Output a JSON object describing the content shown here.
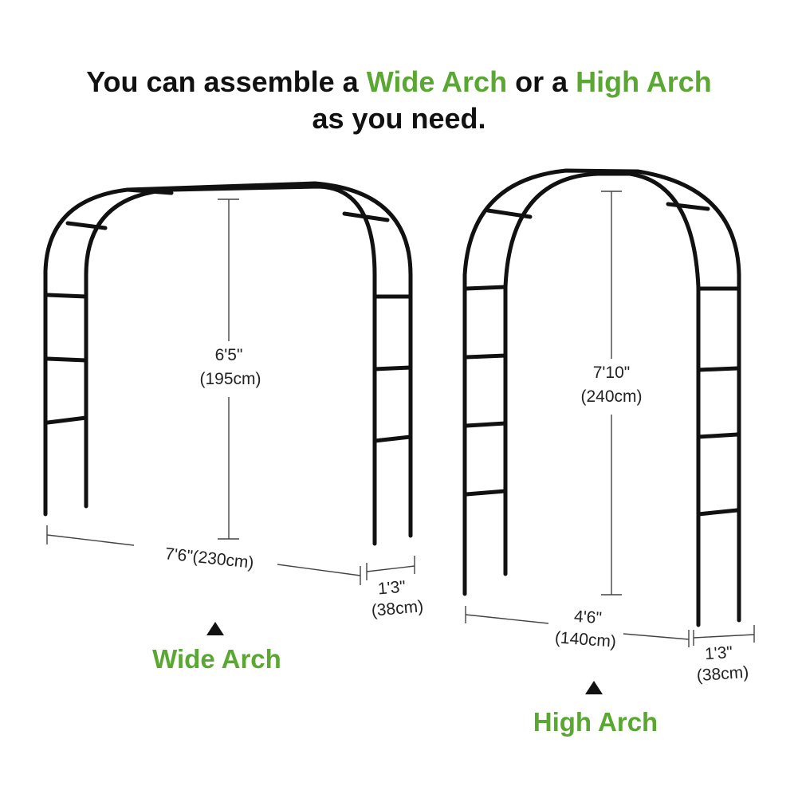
{
  "headline": {
    "line1_prefix": "You can assemble a ",
    "wide_arch": "Wide Arch",
    "middle": " or a ",
    "high_arch": "High Arch",
    "line2": "as you need."
  },
  "wide_arch": {
    "height_ft": "6'5\"",
    "height_cm": "(195cm)",
    "width": "7'6\"(230cm)",
    "depth_ft": "1'3\"",
    "depth_cm": "(38cm)",
    "label": "Wide Arch"
  },
  "high_arch": {
    "height_ft": "7'10\"",
    "height_cm": "(240cm)",
    "width_ft": "4'6\"",
    "width_cm": "(140cm)",
    "depth_ft": "1'3\"",
    "depth_cm": "(38cm)",
    "label": "High Arch"
  },
  "colors": {
    "accent": "#5aa832",
    "text": "#111111",
    "frame": "#111111"
  }
}
